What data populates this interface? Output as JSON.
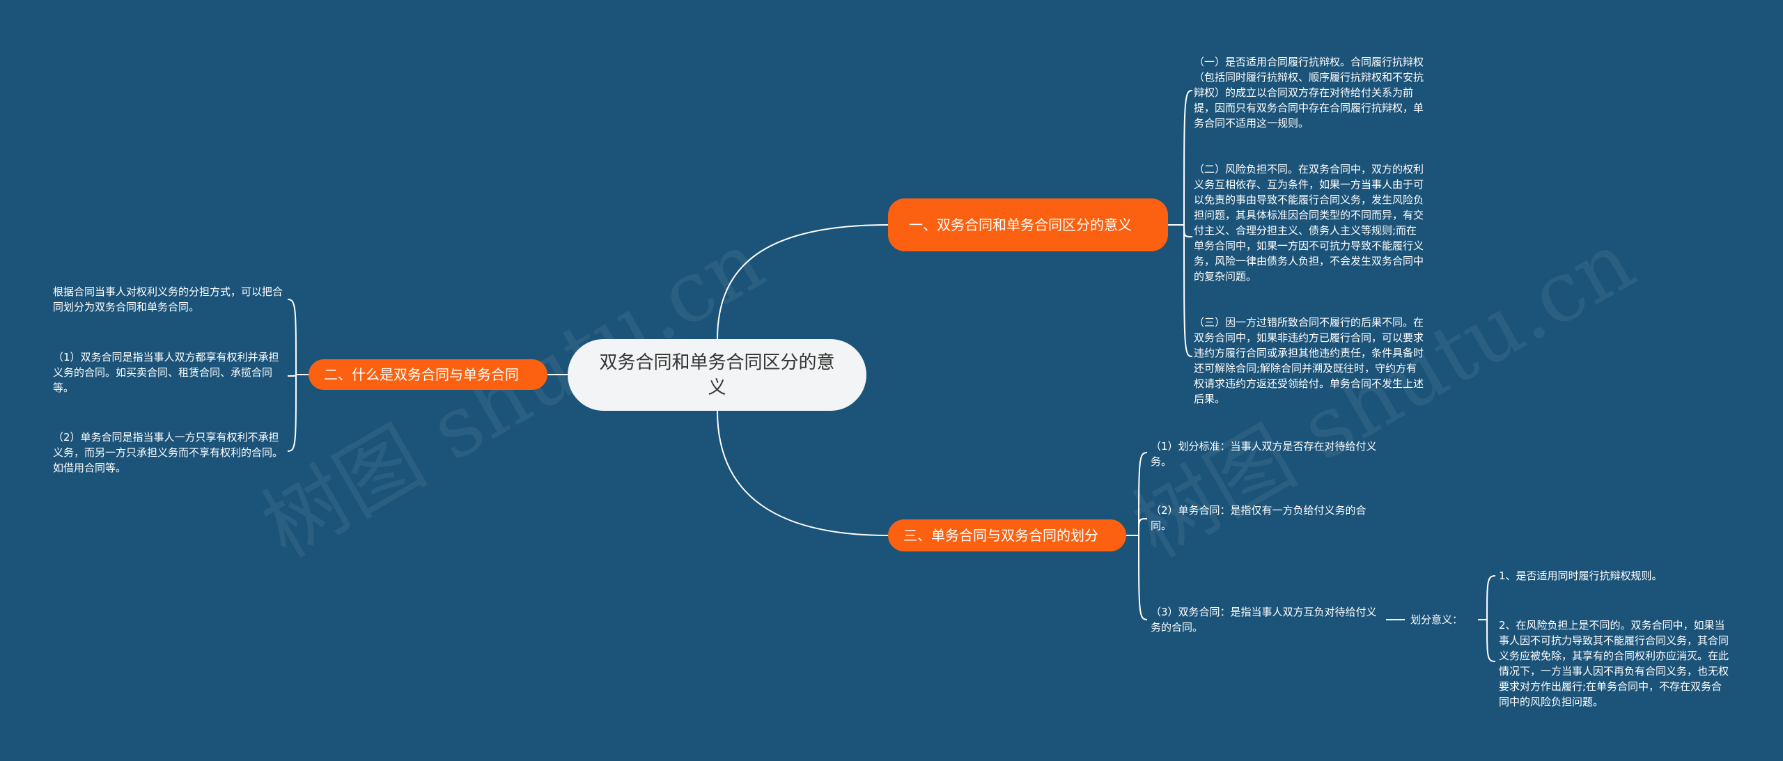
{
  "root": "双务合同和单务合同区分的意义",
  "branches": [
    {
      "label": "一、双务合同和单务合同区分的意义",
      "items": [
        "（一）是否适用合同履行抗辩权。合同履行抗辩权（包括同时履行抗辩权、顺序履行抗辩权和不安抗辩权）的成立以合同双方存在对待给付关系为前提，因而只有双务合同中存在合同履行抗辩权，单务合同不适用这一规则。",
        "（二）风险负担不同。在双务合同中，双方的权利义务互相依存、互为条件，如果一方当事人由于可以免责的事由导致不能履行合同义务，发生风险负担问题，其具体标准因合同类型的不同而异，有交付主义、合理分担主义、债务人主义等规则;而在单务合同中，如果一方因不可抗力导致不能履行义务，风险一律由债务人负担，不会发生双务合同中的复杂问题。",
        "（三）因一方过错所致合同不履行的后果不同。在双务合同中，如果非违约方已履行合同，可以要求违约方履行合同或承担其他违约责任，条件具备时还可解除合同;解除合同并溯及既往时，守约方有权请求违约方返还受领给付。单务合同不发生上述后果。"
      ]
    },
    {
      "label": "二、什么是双务合同与单务合同",
      "items": [
        "根据合同当事人对权利义务的分担方式，可以把合同划分为双务合同和单务合同。",
        "（1）双务合同是指当事人双方都享有权利并承担义务的合同。如买卖合同、租赁合同、承揽合同等。",
        "（2）单务合同是指当事人一方只享有权利不承担义务，而另一方只承担义务而不享有权利的合同。如借用合同等。"
      ]
    },
    {
      "label": "三、单务合同与双务合同的划分",
      "items": [
        "（1）划分标准：当事人双方是否存在对待给付义务。",
        "（2）单务合同：是指仅有一方负给付义务的合同。",
        "（3）双务合同：是指当事人双方互负对待给付义务的合同。"
      ],
      "sub_label": "划分意义：",
      "sub_items": [
        "1、是否适用同时履行抗辩权规则。",
        "2、在风险负担上是不同的。双务合同中，如果当事人因不可抗力导致其不能履行合同义务，其合同义务应被免除，其享有的合同权利亦应消灭。在此情况下，一方当事人因不再负有合同义务，也无权要求对方作出履行;在单务合同中，不存在双务合同中的风险负担问题。"
      ]
    }
  ],
  "watermark": "树图 shutu.cn",
  "colors": {
    "background": "#1b5379",
    "branch": "#fb6110",
    "root": "#f3f4f5",
    "line": "#ffffff"
  }
}
